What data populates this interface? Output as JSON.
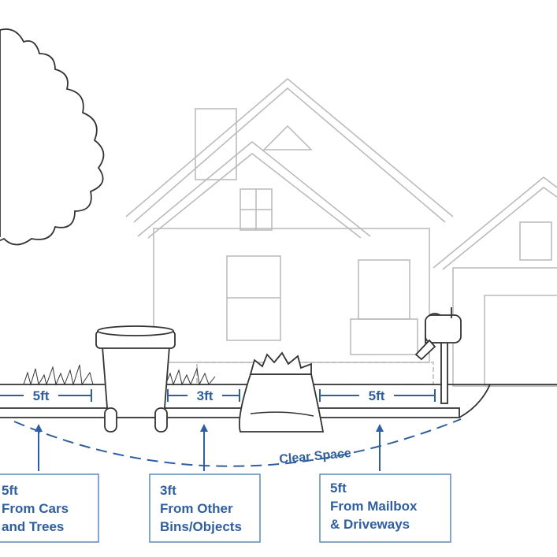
{
  "dimensions": [
    {
      "label": "5ft"
    },
    {
      "label": "3ft"
    },
    {
      "label": "5ft"
    }
  ],
  "arc_label": "Clear Space",
  "callouts": [
    {
      "distance": "5ft",
      "line1": "From Cars",
      "line2": "and Trees"
    },
    {
      "distance": "3ft",
      "line1": "From Other",
      "line2": "Bins/Objects"
    },
    {
      "distance": "5ft",
      "line1": "From Mailbox",
      "line2": "& Driveways"
    }
  ],
  "colors": {
    "accent": "#2f5f9e",
    "box_border": "#5d88ba",
    "house_line": "#b8b8b8"
  }
}
